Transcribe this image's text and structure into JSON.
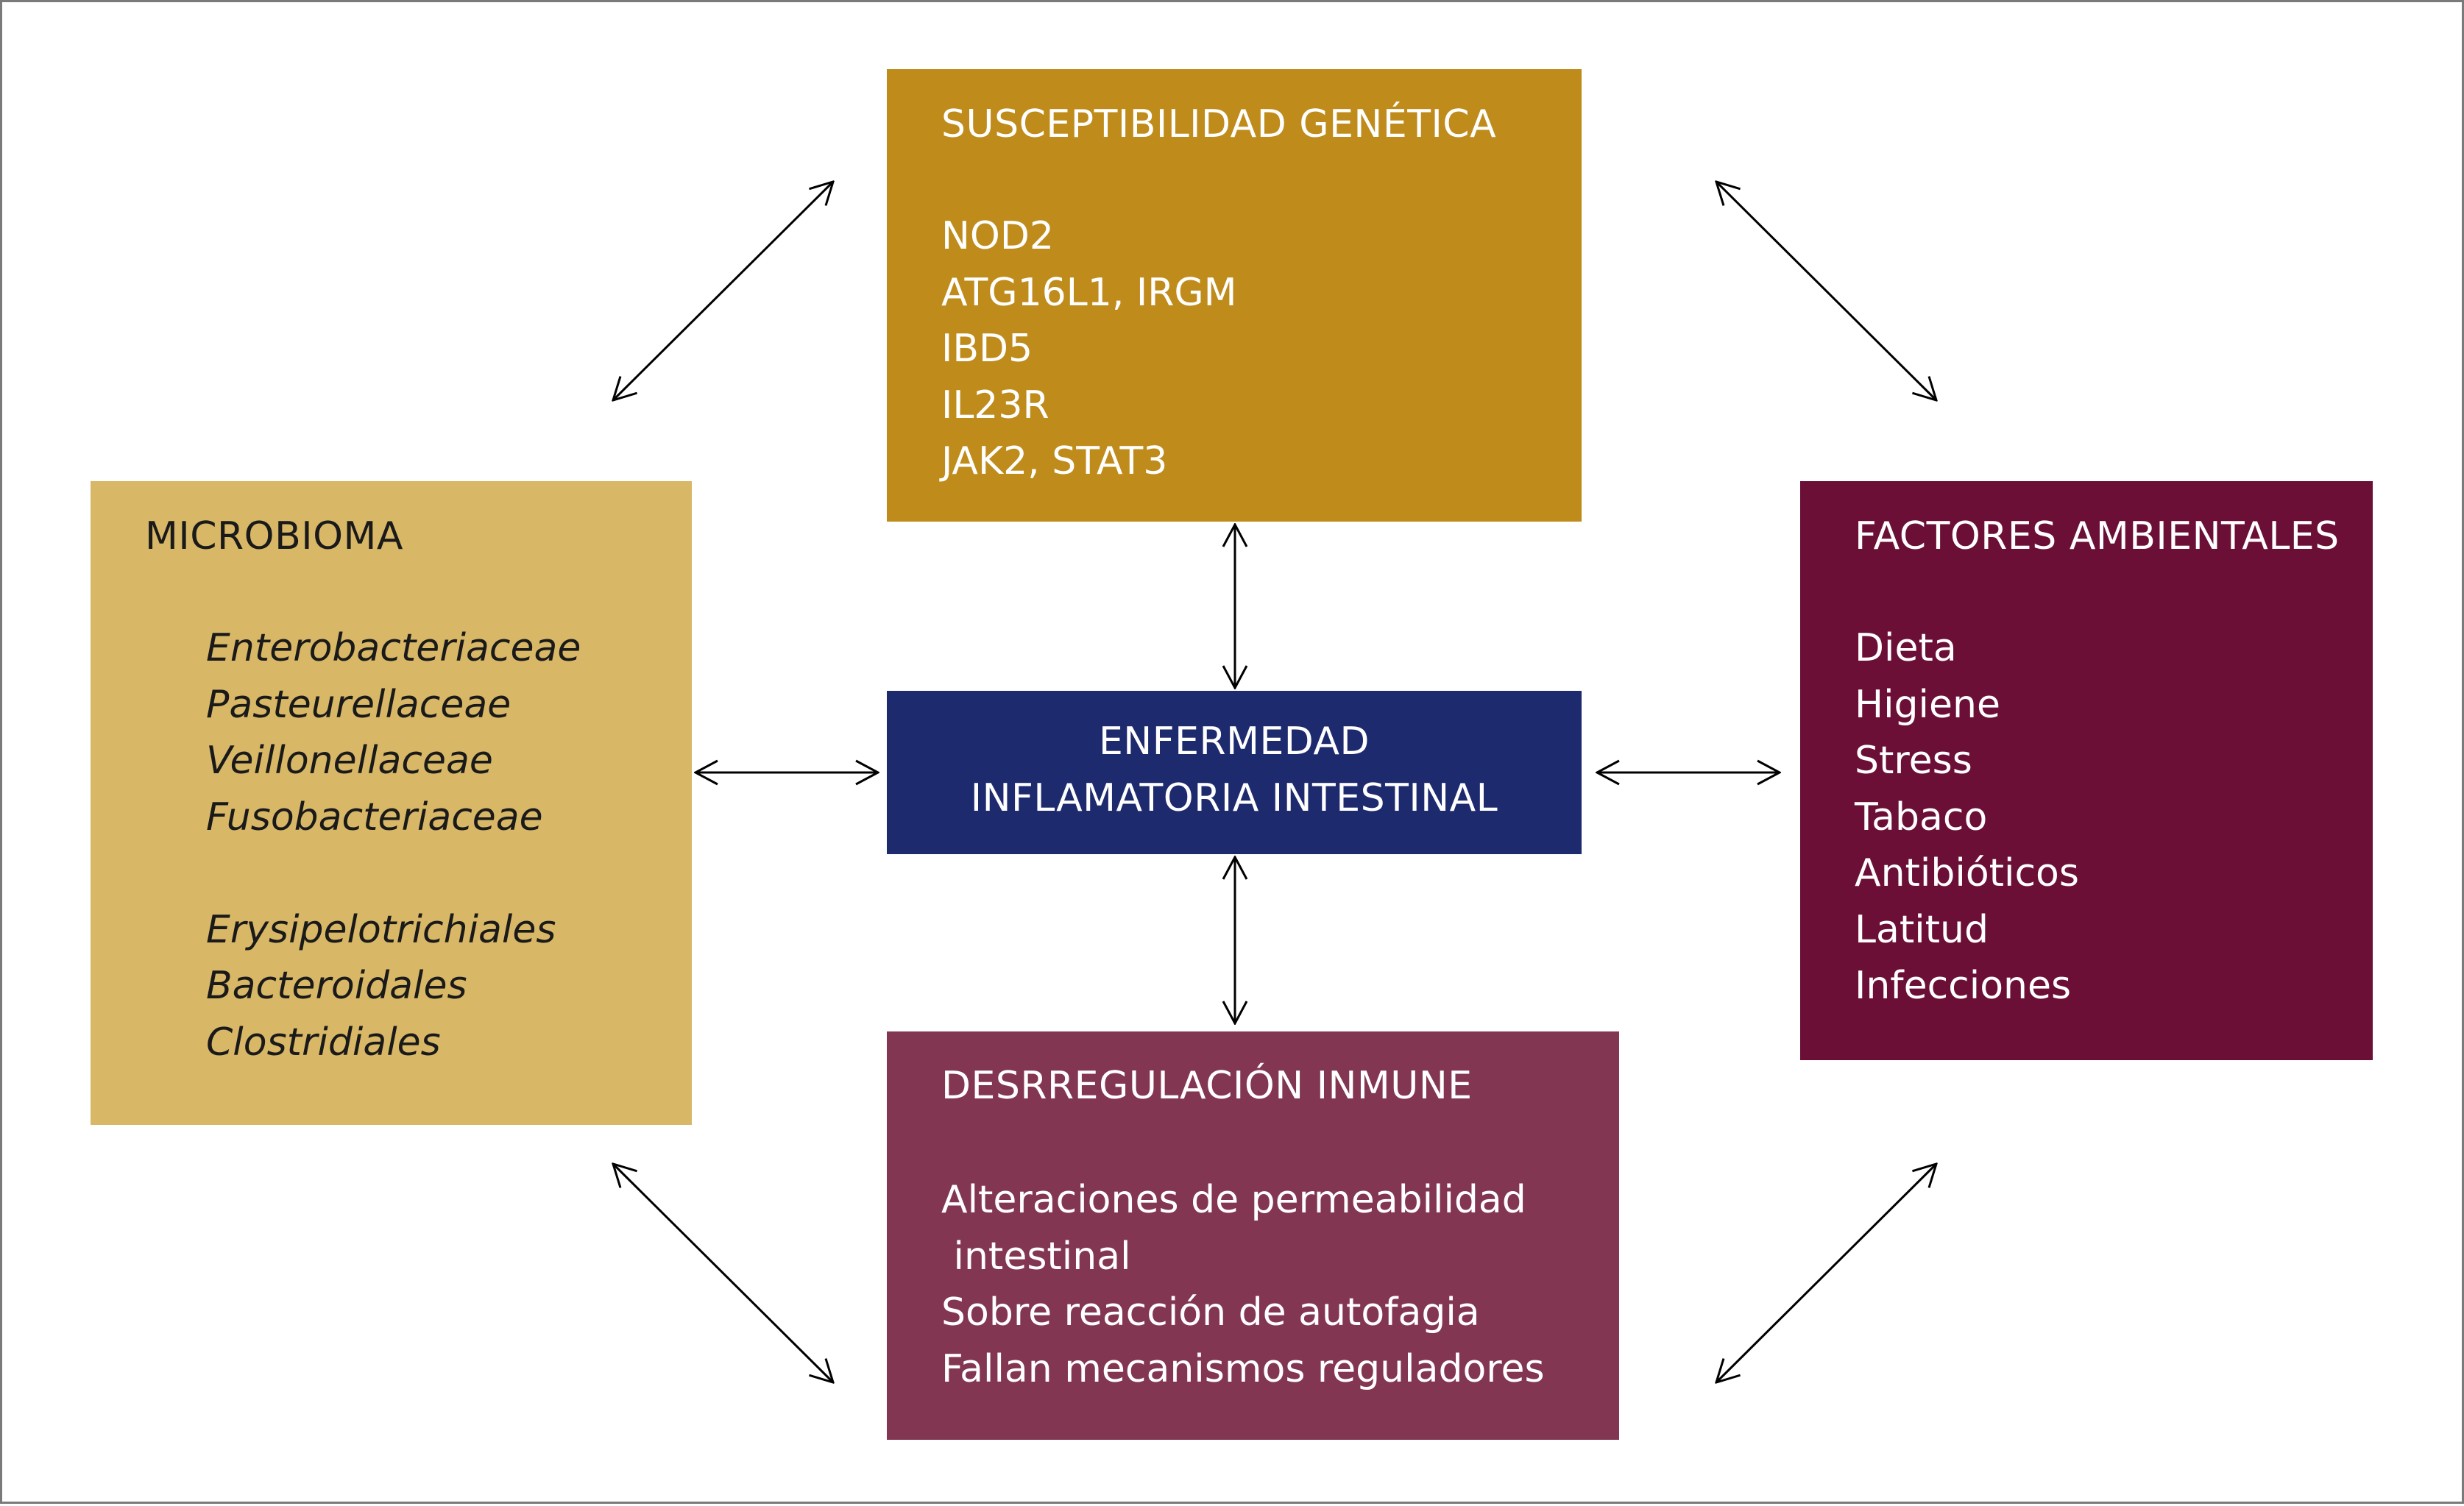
{
  "genetica": {
    "title": "SUSCEPTIBILIDAD GENÉTICA",
    "items": [
      "NOD2",
      "ATG16L1, IRGM",
      "IBD5",
      "IL23R",
      "JAK2, STAT3"
    ]
  },
  "microbioma": {
    "title": "MICROBIOMA",
    "increased": [
      "Enterobacteriaceae",
      "Pasteurellaceae",
      "Veillonellaceae",
      "Fusobacteriaceae"
    ],
    "decreased": [
      "Erysipelotrichiales",
      "Bacteroidales",
      "Clostridiales"
    ]
  },
  "enfermedad": {
    "line1": "ENFERMEDAD",
    "line2": "INFLAMATORIA INTESTINAL"
  },
  "ambientales": {
    "title": "FACTORES AMBIENTALES",
    "items": [
      "Dieta",
      "Higiene",
      "Stress",
      "Tabaco",
      "Antibióticos",
      "Latitud",
      "Infecciones"
    ]
  },
  "inmune": {
    "title": "DESRREGULACIÓN INMUNE",
    "items": [
      "Alteraciones de permeabilidad",
      " intestinal",
      "Sobre reacción de autofagia",
      "Fallan mecanismos reguladores"
    ]
  },
  "colors": {
    "genetica": "#bf8c1c",
    "microbioma": "#d8b767",
    "enfermedad": "#1e2a6e",
    "ambientales": "#6b0f37",
    "inmune": "#833652"
  }
}
